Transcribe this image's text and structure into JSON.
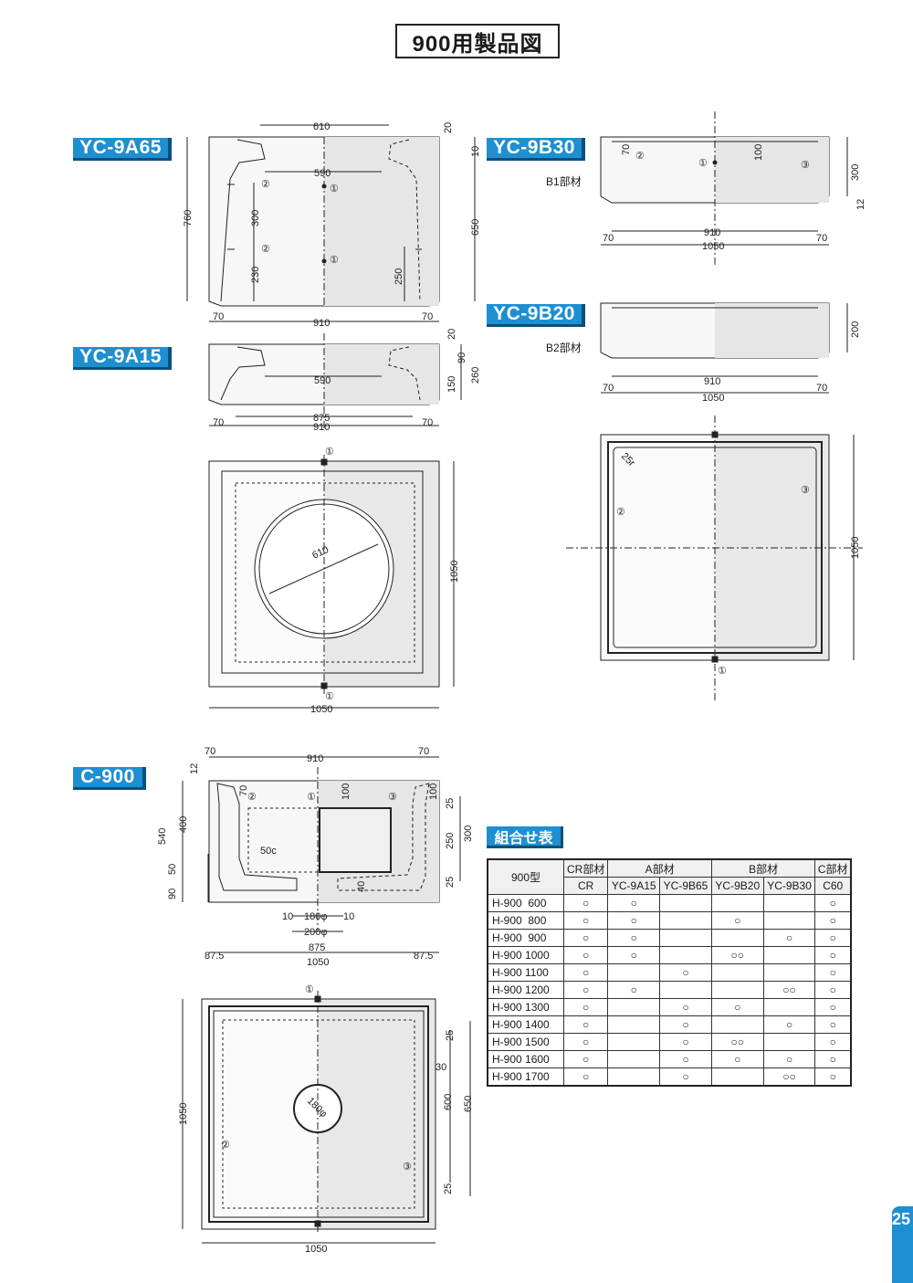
{
  "page_title": "900用製品図",
  "page_number": "25",
  "tags": {
    "yc9a65": "YC-9A65",
    "yc9a15": "YC-9A15",
    "yc9b30": "YC-9B30",
    "yc9b20": "YC-9B20",
    "c900": "C-900"
  },
  "sublabels": {
    "b1": "B1部材",
    "b2": "B2部材"
  },
  "markers": [
    "①",
    "②",
    "③"
  ],
  "dims": {
    "yc9a65": [
      "610",
      "20",
      "10",
      "590",
      "760",
      "300",
      "230",
      "250",
      "650",
      "70",
      "910",
      "70"
    ],
    "yc9a15": [
      "20",
      "90",
      "150",
      "260",
      "590",
      "875",
      "910",
      "70",
      "70"
    ],
    "topview_a": [
      "610",
      "1050",
      "1050"
    ],
    "yc9b30": [
      "70",
      "100",
      "300",
      "12",
      "910",
      "70",
      "70",
      "1050"
    ],
    "yc9b20": [
      "200",
      "910",
      "70",
      "70",
      "1050"
    ],
    "topview_b": [
      "25r",
      "1050"
    ],
    "c900": [
      "70",
      "910",
      "70",
      "12",
      "70",
      "100",
      "100",
      "540",
      "400",
      "50c",
      "25",
      "250",
      "300",
      "25",
      "90",
      "50",
      "40",
      "10",
      "180φ",
      "10",
      "200φ",
      "875",
      "87.5",
      "1050",
      "87.5"
    ],
    "topview_c": [
      "25",
      "30",
      "600",
      "650",
      "25",
      "1050",
      "1050",
      "180φ"
    ]
  },
  "combo_table": {
    "title": "組合せ表",
    "corner_label": "900型",
    "groups": [
      "CR部材",
      "A部材",
      "B部材",
      "C部材"
    ],
    "columns": [
      "CR",
      "YC-9A15",
      "YC-9B65",
      "YC-9B20",
      "YC-9B30",
      "C60"
    ],
    "rows": [
      {
        "model": "H-900  600",
        "cells": [
          "○",
          "○",
          "",
          "",
          "",
          "○"
        ]
      },
      {
        "model": "H-900  800",
        "cells": [
          "○",
          "○",
          "",
          "○",
          "",
          "○"
        ]
      },
      {
        "model": "H-900  900",
        "cells": [
          "○",
          "○",
          "",
          "",
          "○",
          "○"
        ]
      },
      {
        "model": "H-900 1000",
        "cells": [
          "○",
          "○",
          "",
          "○○",
          "",
          "○"
        ]
      },
      {
        "model": "H-900 1100",
        "cells": [
          "○",
          "",
          "○",
          "",
          "",
          "○"
        ]
      },
      {
        "model": "H-900 1200",
        "cells": [
          "○",
          "○",
          "",
          "",
          "○○",
          "○"
        ]
      },
      {
        "model": "H-900 1300",
        "cells": [
          "○",
          "",
          "○",
          "○",
          "",
          "○"
        ]
      },
      {
        "model": "H-900 1400",
        "cells": [
          "○",
          "",
          "○",
          "",
          "○",
          "○"
        ]
      },
      {
        "model": "H-900 1500",
        "cells": [
          "○",
          "",
          "○",
          "○○",
          "",
          "○"
        ]
      },
      {
        "model": "H-900 1600",
        "cells": [
          "○",
          "",
          "○",
          "○",
          "○",
          "○"
        ]
      },
      {
        "model": "H-900 1700",
        "cells": [
          "○",
          "",
          "○",
          "",
          "○○",
          "○"
        ]
      }
    ]
  }
}
